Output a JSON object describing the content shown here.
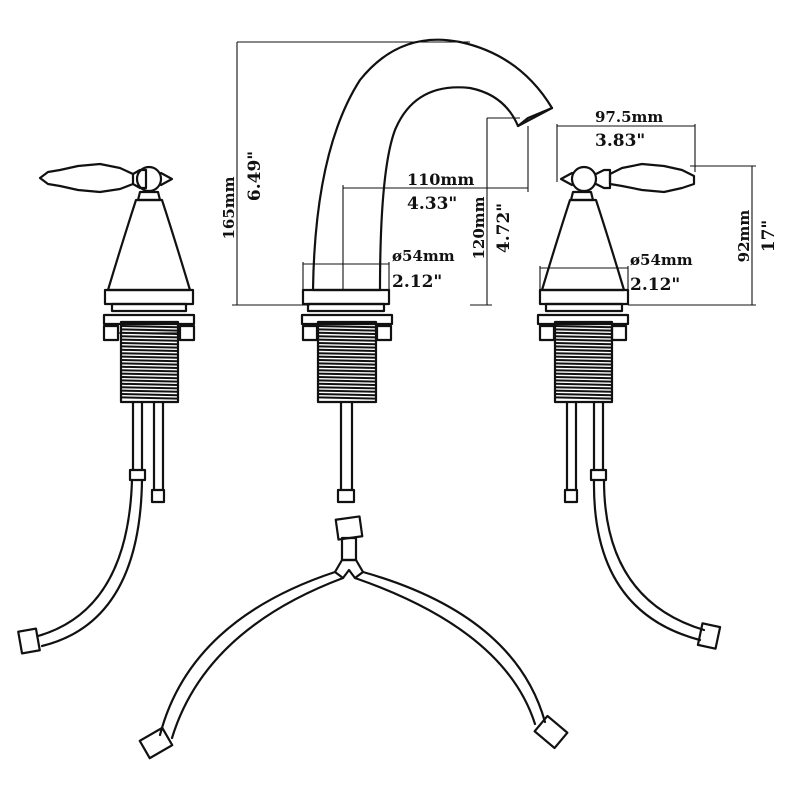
{
  "dimensions": {
    "height_mm": "165mm",
    "height_in": "6.49\"",
    "reach_mm": "110mm",
    "reach_in": "4.33\"",
    "spout_height_mm": "120mm",
    "spout_height_in": "4.72\"",
    "spout_base_dia_mm": "ø54mm",
    "spout_base_dia_in": "2.12\"",
    "handle_length_mm": "97.5mm",
    "handle_length_in": "3.83\"",
    "handle_height_mm": "92mm",
    "handle_height_in": "17\"",
    "handle_base_dia_mm": "ø54mm",
    "handle_base_dia_in": "2.12\""
  },
  "colors": {
    "line": "#111111",
    "background": "#ffffff"
  }
}
